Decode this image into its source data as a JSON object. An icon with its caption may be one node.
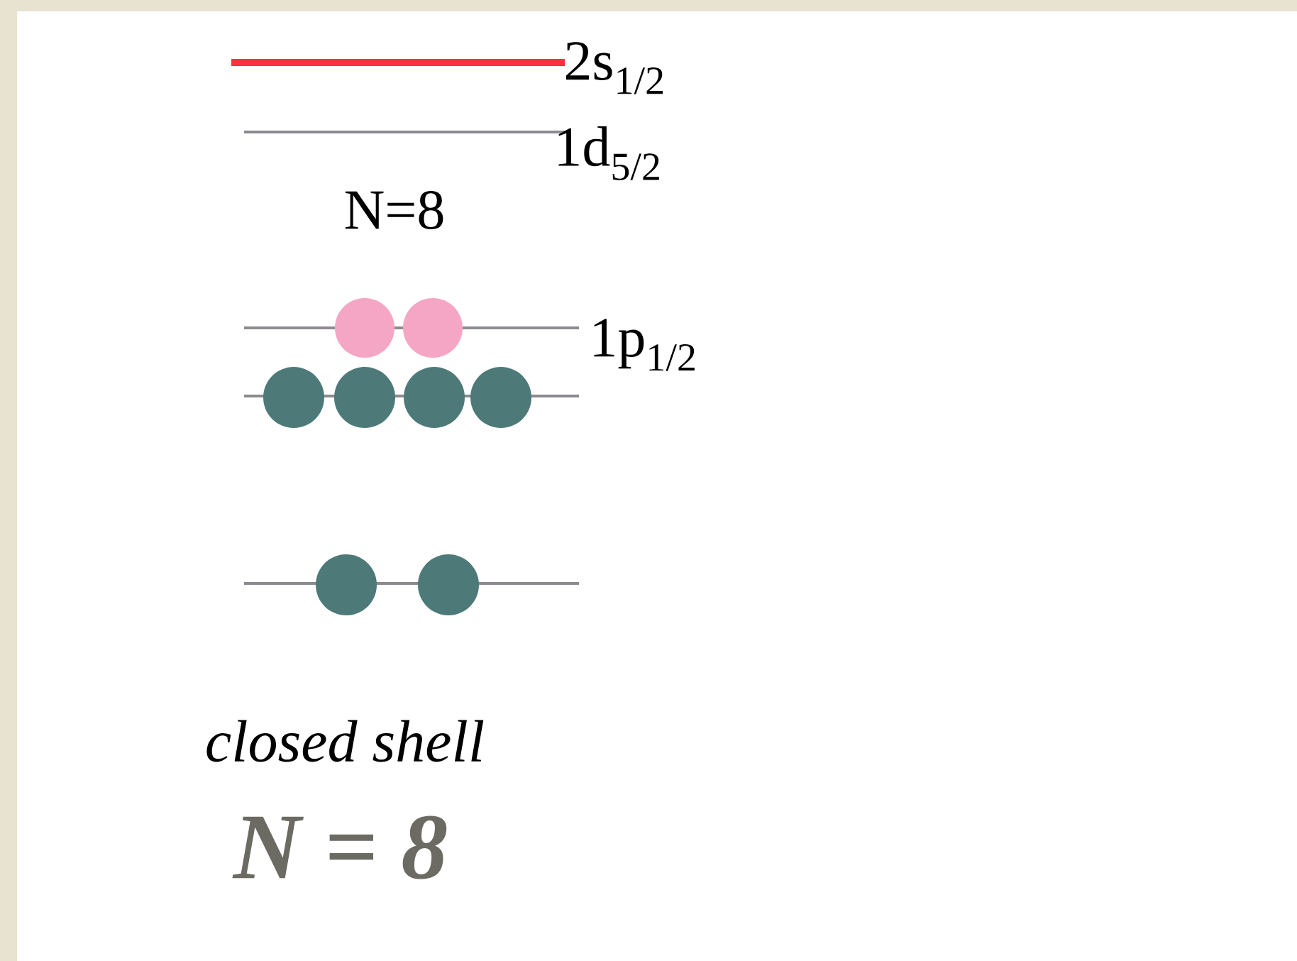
{
  "diagram": {
    "labels": [
      "2s$_{1/2}$",
      "1d$_{5/2}$",
      "N=8",
      "1p$_{1/2}$",
      "closed shell",
      "N = 8"
    ]
  }
}
